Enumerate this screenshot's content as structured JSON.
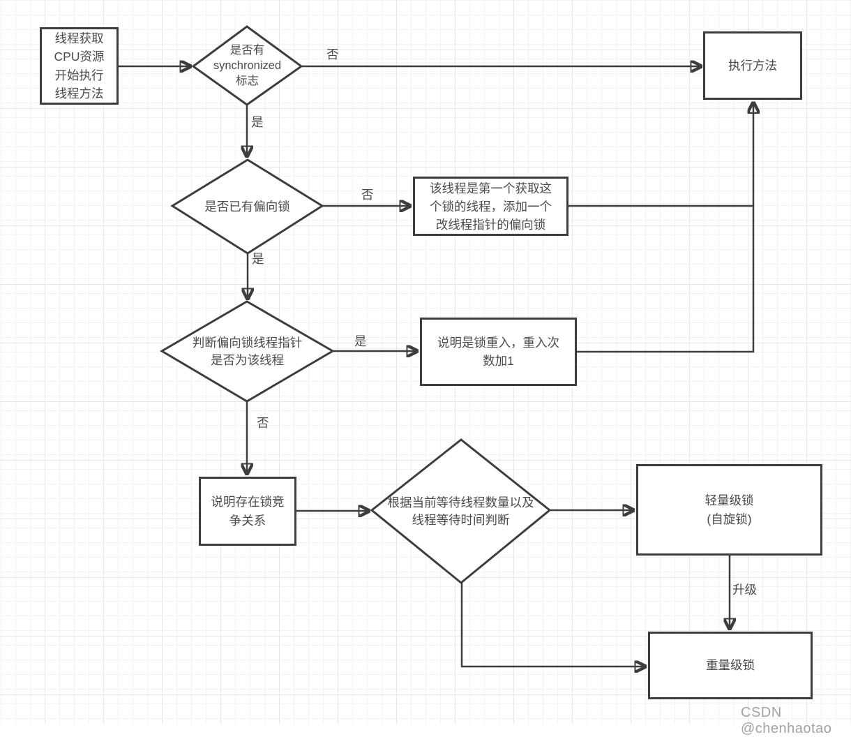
{
  "colors": {
    "stroke": "#3d3d3d",
    "text": "#4a4a4a",
    "watermark": "#a2a2a4",
    "grid_minor": "#f3f3f4",
    "grid_major": "#e7e7ea",
    "node_fill": "#ffffff"
  },
  "nodes": {
    "start": {
      "label": "线程获取\nCPU资源\n开始执行\n线程方法",
      "shape": "rect"
    },
    "has_sync": {
      "label": "是否有\nsynchronized\n标志",
      "shape": "diamond"
    },
    "execute": {
      "label": "执行方法",
      "shape": "rect"
    },
    "has_biased": {
      "label": "是否已有偏向锁",
      "shape": "diamond"
    },
    "first_acquire": {
      "label": "该线程是第一个获取这\n个锁的线程，添加一个\n改线程指针的偏向锁",
      "shape": "rect"
    },
    "check_pointer": {
      "label": "判断偏向锁线程指针\n是否为该线程",
      "shape": "diamond"
    },
    "reentrant": {
      "label": "说明是锁重入，重入次\n数加1",
      "shape": "rect"
    },
    "contention": {
      "label": "说明存在锁竞\n争关系",
      "shape": "rect"
    },
    "judge_wait": {
      "label": "根据当前等待线程数量以及\n线程等待时间判断",
      "shape": "diamond"
    },
    "lightweight": {
      "label": "轻量级锁\n(自旋锁)",
      "shape": "rect"
    },
    "heavyweight": {
      "label": "重量级锁",
      "shape": "rect"
    }
  },
  "edge_labels": {
    "sync_no": "否",
    "sync_yes": "是",
    "biased_no": "否",
    "biased_yes": "是",
    "pointer_yes": "是",
    "pointer_no": "否",
    "upgrade": "升级"
  },
  "watermark": "CSDN @chenhaotao"
}
